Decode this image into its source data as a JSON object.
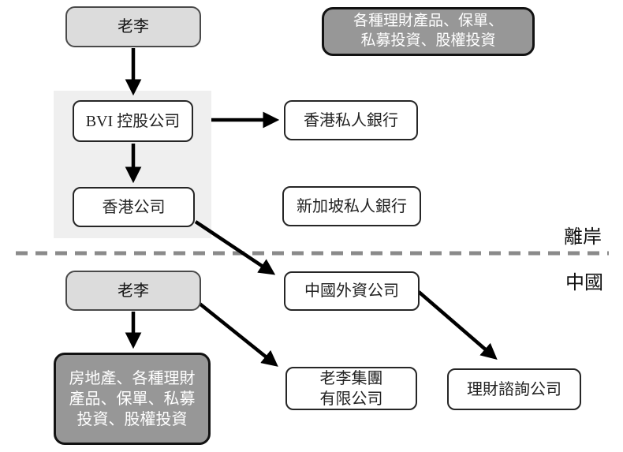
{
  "regions": {
    "offshore_label": "離岸",
    "china_label": "中國"
  },
  "nodes": {
    "laoli_offshore": {
      "label": "老李"
    },
    "offshore_assets": {
      "label": "各種理財產品、保單、\n私募投資、股權投資"
    },
    "bvi_holding": {
      "label": "BVI 控股公司"
    },
    "hk_private_bank": {
      "label": "香港私人銀行"
    },
    "hk_company": {
      "label": "香港公司"
    },
    "sg_private_bank": {
      "label": "新加坡私人銀行"
    },
    "laoli_china": {
      "label": "老李"
    },
    "china_foreign_company": {
      "label": "中國外資公司"
    },
    "china_assets": {
      "label": "房地產、各種理財\n產品、保單、私募\n投資、股權投資"
    },
    "laoli_group": {
      "label": "老李集團\n有限公司"
    },
    "wealth_consulting": {
      "label": "理財諮詢公司"
    }
  },
  "edges": [
    {
      "from": "laoli_offshore",
      "to": "bvi_holding"
    },
    {
      "from": "bvi_holding",
      "to": "hk_private_bank"
    },
    {
      "from": "bvi_holding",
      "to": "hk_company"
    },
    {
      "from": "hk_company",
      "to": "china_foreign_company"
    },
    {
      "from": "laoli_china",
      "to": "china_assets"
    },
    {
      "from": "laoli_china",
      "to": "laoli_group"
    },
    {
      "from": "china_foreign_company",
      "to": "wealth_consulting"
    }
  ],
  "colors": {
    "person_box_fill": "#dcdcdc",
    "dark_box_fill": "#979797",
    "dark_box_text": "#ffffff",
    "plain_box_fill": "#ffffff",
    "box_border": "#262626",
    "offshore_region_fill": "#efefef",
    "divider_color": "#8a8a8a",
    "arrow_color": "#000000"
  }
}
